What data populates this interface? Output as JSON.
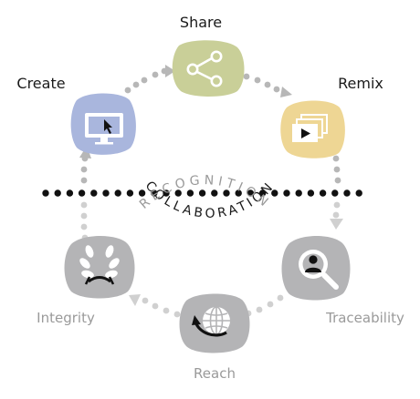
{
  "labels": {
    "share": "Share",
    "create": "Create",
    "remix": "Remix",
    "integrity": "Integrity",
    "traceability": "Traceability",
    "reach": "Reach"
  },
  "arc_text": {
    "top": "COLLABORATION",
    "bottom": "RECOGNITION"
  },
  "colors": {
    "create": "#a9b6dd",
    "share": "#c9cf98",
    "remix": "#eed694",
    "grey_blob": "#b4b4b6",
    "dots_top": "#b7b7b7",
    "dots_bottom": "#d0d0d0",
    "divider": "#111111",
    "label_dark": "#1a1a1a",
    "label_grey": "#9a9a9a"
  },
  "icons": {
    "create": "monitor-cursor-icon",
    "share": "share-icon",
    "remix": "stacked-video-icon",
    "traceability": "magnifier-person-icon",
    "reach": "globe-arrow-icon",
    "integrity": "laurel-icon"
  }
}
